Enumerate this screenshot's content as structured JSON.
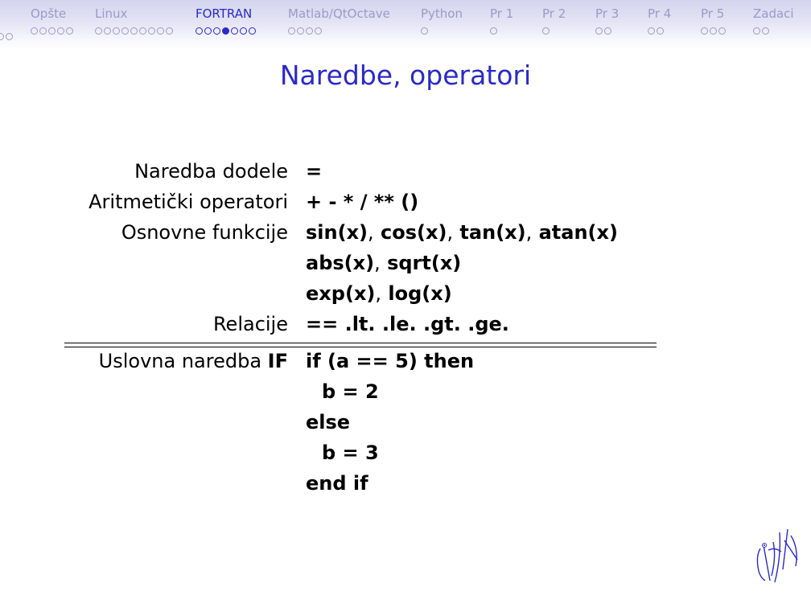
{
  "navbar": {
    "sections": [
      {
        "label": "Opšte",
        "dots": 5,
        "filled": -1
      },
      {
        "label": "Linux",
        "dots": 9,
        "filled": -1
      },
      {
        "label": "FORTRAN",
        "dots": 7,
        "filled": 3
      },
      {
        "label": "Matlab/QtOctave",
        "dots": 4,
        "filled": -1
      },
      {
        "label": "Python",
        "dots": 1,
        "filled": -1
      },
      {
        "label": "Pr 1",
        "dots": 1,
        "filled": -1
      },
      {
        "label": "Pr 2",
        "dots": 1,
        "filled": -1
      },
      {
        "label": "Pr 3",
        "dots": 2,
        "filled": -1
      },
      {
        "label": "Pr 4",
        "dots": 2,
        "filled": -1
      },
      {
        "label": "Pr 5",
        "dots": 3,
        "filled": -1
      },
      {
        "label": "Zadaci",
        "dots": 2,
        "filled": -1
      }
    ],
    "active_index": 2,
    "colors": {
      "active": "#2a2ac8",
      "inactive": "#9a9ac8"
    }
  },
  "slide": {
    "title": "Naredbe, operatori",
    "rows": [
      {
        "label": "Naredba dodele",
        "value": "="
      },
      {
        "label": "Aritmetički operatori",
        "value": "+ - * / ** ()"
      },
      {
        "label": "Osnovne funkcije",
        "value": "sin(x), cos(x), tan(x), atan(x)"
      },
      {
        "label": "",
        "value": "abs(x), sqrt(x)"
      },
      {
        "label": "",
        "value": "exp(x), log(x)"
      },
      {
        "label": "Relacije",
        "value": "== .lt.  .le.  .gt.  .ge."
      }
    ],
    "if_section": {
      "label_prefix": "Uslovna naredba ",
      "label_bold": "IF",
      "lines": [
        "if (a == 5) then",
        "b = 2",
        "else",
        "b = 3",
        "end if"
      ]
    }
  },
  "logo": {
    "name": "university-logo"
  }
}
